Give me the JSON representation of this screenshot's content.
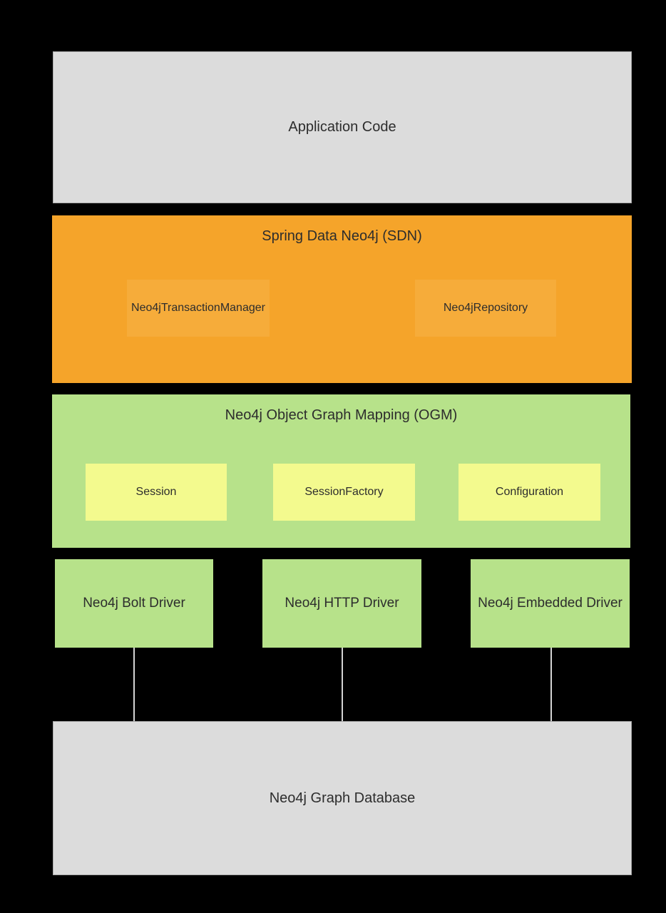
{
  "colors": {
    "background": "#000000",
    "box_gray": "#dcdcdc",
    "box_gray_border": "#a9a9a9",
    "sdn_orange": "#f5a42a",
    "sdn_inner_orange": "#f6ac3a",
    "ogm_green": "#b7e28a",
    "inner_yellow": "#f3fa8e",
    "connector_line": "#d4d4d4",
    "text": "#2d2d2d"
  },
  "diagram": {
    "application": {
      "label": "Application Code"
    },
    "sdn": {
      "title": "Spring Data Neo4j (SDN)",
      "components": [
        {
          "label": "Neo4jTransactionManager"
        },
        {
          "label": "Neo4jRepository"
        }
      ]
    },
    "ogm": {
      "title": "Neo4j Object Graph Mapping (OGM)",
      "components": [
        {
          "label": "Session"
        },
        {
          "label": "SessionFactory"
        },
        {
          "label": "Configuration"
        }
      ]
    },
    "drivers": [
      {
        "label": "Neo4j Bolt Driver"
      },
      {
        "label": "Neo4j HTTP Driver"
      },
      {
        "label": "Neo4j Embedded Driver"
      }
    ],
    "database": {
      "label": "Neo4j Graph Database"
    }
  }
}
